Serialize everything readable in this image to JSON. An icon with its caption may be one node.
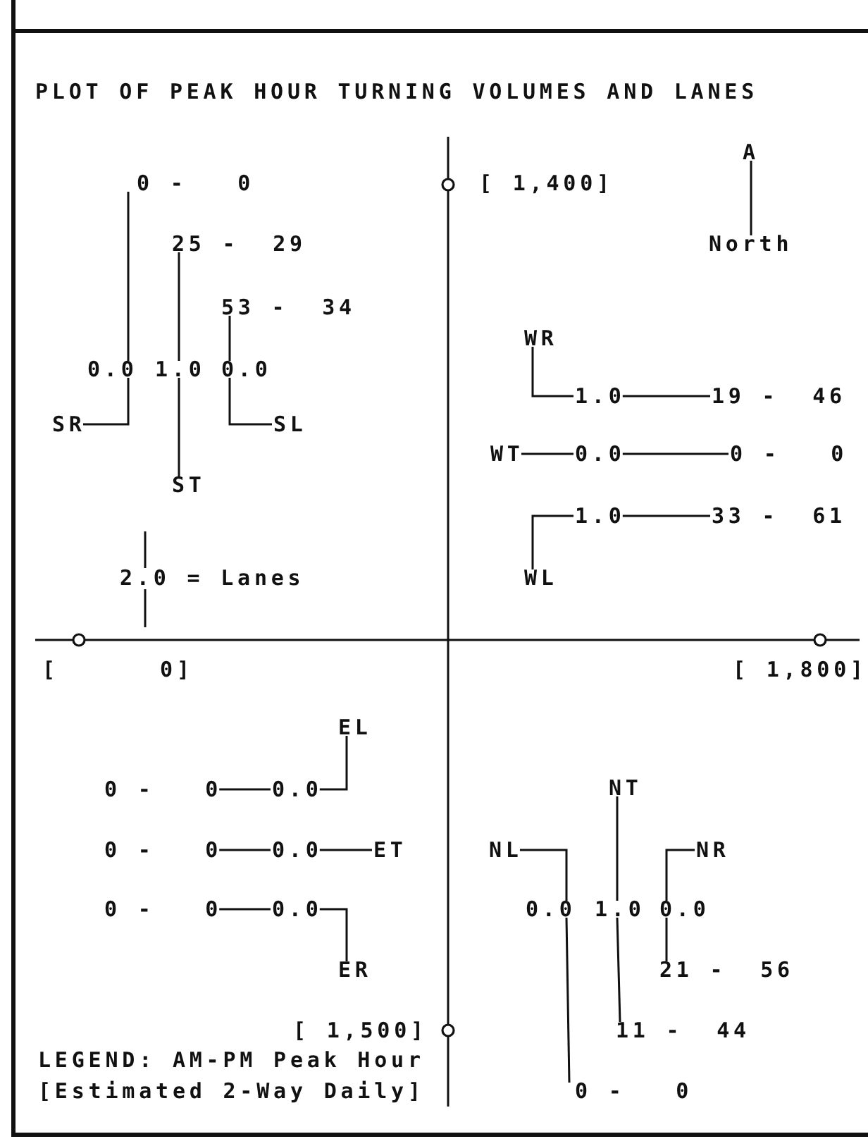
{
  "diagram": {
    "title": "PLOT OF PEAK HOUR TURNING VOLUMES AND LANES",
    "nodes": [
      {
        "text": [
          "0 -   0"
        ]
      },
      {
        "text": [
          "25 -  29"
        ]
      },
      {
        "text": [
          "53 -  34"
        ]
      },
      {
        "text": [
          "0.0"
        ]
      },
      {
        "text": [
          "1.0"
        ]
      },
      {
        "text": [
          "0.0"
        ]
      },
      {
        "text": [
          "SR"
        ]
      },
      {
        "text": [
          "ST"
        ]
      },
      {
        "text": [
          "SL"
        ]
      },
      {
        "text": [
          "WR"
        ]
      },
      {
        "text": [
          "1.0"
        ]
      },
      {
        "text": [
          "19 -  46"
        ]
      },
      {
        "text": [
          "WT"
        ]
      },
      {
        "text": [
          "0.0"
        ]
      },
      {
        "text": [
          "0 -   0"
        ]
      },
      {
        "text": [
          "1.0"
        ]
      },
      {
        "text": [
          "33 -  61"
        ]
      },
      {
        "text": [
          "WL"
        ]
      },
      {
        "text": [
          "EL"
        ]
      },
      {
        "text": [
          "0 -   0"
        ]
      },
      {
        "text": [
          "0.0"
        ]
      },
      {
        "text": [
          "0 -   0"
        ]
      },
      {
        "text": [
          "0.0"
        ]
      },
      {
        "text": [
          "ET"
        ]
      },
      {
        "text": [
          "0 -   0"
        ]
      },
      {
        "text": [
          "0.0"
        ]
      },
      {
        "text": [
          "ER"
        ]
      },
      {
        "text": [
          "NT"
        ]
      },
      {
        "text": [
          "NL"
        ]
      },
      {
        "text": [
          "NR"
        ]
      },
      {
        "text": [
          "0.0"
        ]
      },
      {
        "text": [
          "1.0"
        ]
      },
      {
        "text": [
          "0.0"
        ]
      },
      {
        "text": [
          "21 -  56"
        ]
      },
      {
        "text": [
          "11 -  44"
        ]
      },
      {
        "text": [
          "0 -   0"
        ]
      },
      {
        "text": [
          "A"
        ]
      },
      {
        "text": [
          "North"
        ]
      }
    ],
    "edges": [
      {
        "from": 0,
        "to": 3,
        "arrow": "none"
      },
      {
        "from": 3,
        "to": 6,
        "arrow": "none"
      },
      {
        "from": 1,
        "to": 4,
        "arrow": "none"
      },
      {
        "from": 4,
        "to": 7,
        "arrow": "none"
      },
      {
        "from": 2,
        "to": 5,
        "arrow": "none"
      },
      {
        "from": 5,
        "to": 8,
        "arrow": "none"
      },
      {
        "from": 9,
        "to": 10,
        "arrow": "none"
      },
      {
        "from": 10,
        "to": 11,
        "arrow": "none"
      },
      {
        "from": 12,
        "to": 13,
        "arrow": "none"
      },
      {
        "from": 13,
        "to": 14,
        "arrow": "none"
      },
      {
        "from": 17,
        "to": 15,
        "arrow": "none"
      },
      {
        "from": 15,
        "to": 16,
        "arrow": "none"
      },
      {
        "from": 19,
        "to": 20,
        "arrow": "none"
      },
      {
        "from": 20,
        "to": 18,
        "arrow": "none"
      },
      {
        "from": 21,
        "to": 22,
        "arrow": "none"
      },
      {
        "from": 22,
        "to": 23,
        "arrow": "none"
      },
      {
        "from": 24,
        "to": 25,
        "arrow": "none"
      },
      {
        "from": 25,
        "to": 26,
        "arrow": "none"
      },
      {
        "from": 28,
        "to": 30,
        "arrow": "none"
      },
      {
        "from": 30,
        "to": 35,
        "arrow": "none"
      },
      {
        "from": 27,
        "to": 31,
        "arrow": "none"
      },
      {
        "from": 31,
        "to": 34,
        "arrow": "none"
      },
      {
        "from": 29,
        "to": 32,
        "arrow": "none"
      },
      {
        "from": 32,
        "to": 33,
        "arrow": "none"
      },
      {
        "from": 36,
        "to": 37,
        "arrow": "none"
      }
    ],
    "labels": [
      "[ 1,400]",
      "2.0 = Lanes",
      "[      0]",
      "[ 1,800]",
      "[ 1,500]",
      "LEGEND: AM-PM Peak Hour",
      "[Estimated 2-Way Daily]"
    ]
  }
}
